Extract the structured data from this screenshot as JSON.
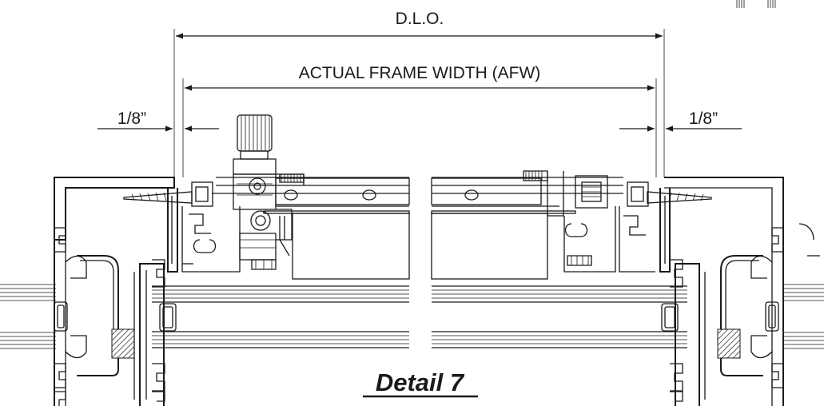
{
  "dimensions": {
    "dlo": "D.L.O.",
    "afw": "ACTUAL FRAME WIDTH (AFW)",
    "gap_left": "1/8”",
    "gap_right": "1/8”"
  },
  "title": "Detail 7"
}
